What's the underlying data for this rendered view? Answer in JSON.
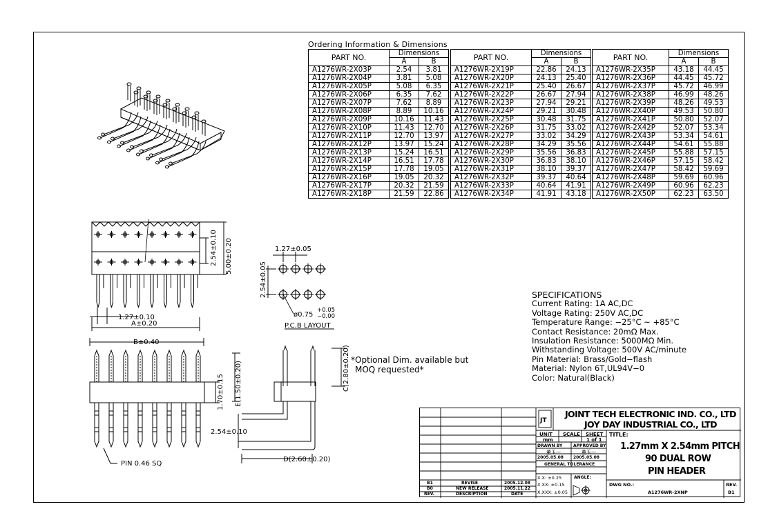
{
  "ordering": {
    "title": "Ordering Information & Dimensions",
    "head_part": "PART NO.",
    "head_dims": "Dimensions",
    "head_a": "A",
    "head_b": "B",
    "columns": [
      [
        [
          "A1276WR-2X03P",
          "2.54",
          "3.81"
        ],
        [
          "A1276WR-2X04P",
          "3.81",
          "5.08"
        ],
        [
          "A1276WR-2X05P",
          "5.08",
          "6.35"
        ],
        [
          "A1276WR-2X06P",
          "6.35",
          "7.62"
        ],
        [
          "A1276WR-2X07P",
          "7.62",
          "8.89"
        ],
        [
          "A1276WR-2X08P",
          "8.89",
          "10.16"
        ],
        [
          "A1276WR-2X09P",
          "10.16",
          "11.43"
        ],
        [
          "A1276WR-2X10P",
          "11.43",
          "12.70"
        ],
        [
          "A1276WR-2X11P",
          "12.70",
          "13.97"
        ],
        [
          "A1276WR-2X12P",
          "13.97",
          "15.24"
        ],
        [
          "A1276WR-2X13P",
          "15.24",
          "16.51"
        ],
        [
          "A1276WR-2X14P",
          "16.51",
          "17.78"
        ],
        [
          "A1276WR-2X15P",
          "17.78",
          "19.05"
        ],
        [
          "A1276WR-2X16P",
          "19.05",
          "20.32"
        ],
        [
          "A1276WR-2X17P",
          "20.32",
          "21.59"
        ],
        [
          "A1276WR-2X18P",
          "21.59",
          "22.86"
        ]
      ],
      [
        [
          "A1276WR-2X19P",
          "22.86",
          "24.13"
        ],
        [
          "A1276WR-2X20P",
          "24.13",
          "25.40"
        ],
        [
          "A1276WR-2X21P",
          "25.40",
          "26.67"
        ],
        [
          "A1276WR-2X22P",
          "26.67",
          "27.94"
        ],
        [
          "A1276WR-2X23P",
          "27.94",
          "29.21"
        ],
        [
          "A1276WR-2X24P",
          "29.21",
          "30.48"
        ],
        [
          "A1276WR-2X25P",
          "30.48",
          "31.75"
        ],
        [
          "A1276WR-2X26P",
          "31.75",
          "33.02"
        ],
        [
          "A1276WR-2X27P",
          "33.02",
          "34.29"
        ],
        [
          "A1276WR-2X28P",
          "34.29",
          "35.56"
        ],
        [
          "A1276WR-2X29P",
          "35.56",
          "36.83"
        ],
        [
          "A1276WR-2X30P",
          "36.83",
          "38.10"
        ],
        [
          "A1276WR-2X31P",
          "38.10",
          "39.37"
        ],
        [
          "A1276WR-2X32P",
          "39.37",
          "40.64"
        ],
        [
          "A1276WR-2X33P",
          "40.64",
          "41.91"
        ],
        [
          "A1276WR-2X34P",
          "41.91",
          "43.18"
        ]
      ],
      [
        [
          "A1276WR-2X35P",
          "43.18",
          "44.45"
        ],
        [
          "A1276WR-2X36P",
          "44.45",
          "45.72"
        ],
        [
          "A1276WR-2X37P",
          "45.72",
          "46.99"
        ],
        [
          "A1276WR-2X38P",
          "46.99",
          "48.26"
        ],
        [
          "A1276WR-2X39P",
          "48.26",
          "49.53"
        ],
        [
          "A1276WR-2X40P",
          "49.53",
          "50.80"
        ],
        [
          "A1276WR-2X41P",
          "50.80",
          "52.07"
        ],
        [
          "A1276WR-2X42P",
          "52.07",
          "53.34"
        ],
        [
          "A1276WR-2X43P",
          "53.34",
          "54.61"
        ],
        [
          "A1276WR-2X44P",
          "54.61",
          "55.88"
        ],
        [
          "A1276WR-2X45P",
          "55.88",
          "57.15"
        ],
        [
          "A1276WR-2X46P",
          "57.15",
          "58.42"
        ],
        [
          "A1276WR-2X47P",
          "58.42",
          "59.69"
        ],
        [
          "A1276WR-2X48P",
          "59.69",
          "60.96"
        ],
        [
          "A1276WR-2X49P",
          "60.96",
          "62.23"
        ],
        [
          "A1276WR-2X50P",
          "62.23",
          "63.50"
        ]
      ]
    ]
  },
  "specs": {
    "heading": "SPECIFICATIONS",
    "lines": [
      "Current Rating: 1A AC,DC",
      "Voltage Rating: 250V AC,DC",
      "Temperature Range: −25°C ~ +85°C",
      "Contact Resistance: 20mΩ Max.",
      "Insulation Resistance: 5000MΩ Min.",
      "Withstanding Voltage: 500V AC/minute",
      "Pin Material: Brass/Gold−flash",
      "Material: Nylon 6T,UL94V−0",
      "Color: Natural(Black)"
    ]
  },
  "optional_note": [
    "*Optional Dim. available but",
    "MOQ requested*"
  ],
  "drawing": {
    "dim_254": "2.54±0.10",
    "dim_500": "5.00±0.20",
    "dim_127": "1.27±0.10",
    "dim_a": "A±0.20",
    "dim_b": "B±0.40",
    "dim_170": "1.70±0.15",
    "pin_sq": "PIN 0.46 SQ",
    "dim_e": "E(1.50±0.20)",
    "dim_c": "C(2.80±0.20)",
    "dim_254b": "2.54±0.10",
    "dim_d": "D(2.60±0.20)",
    "pcb_127": "1.27±0.05",
    "pcb_254": "2.54±0.05",
    "pcb_hole": "ø0.75",
    "pcb_tol_plus": "+0.05",
    "pcb_tol_minus": "−0.00",
    "pcb_title": "P.C.B LAYOUT"
  },
  "title_block": {
    "company1": "JOINT TECH ELECTRONIC IND. CO., LTD",
    "company2": "JOY DAY INDUSTRIAL CO., LTD",
    "unit_label": "UNIT",
    "scale_label": "SCALE",
    "sheet_label": "SHEET",
    "unit": "mm",
    "sheet": "1 of 1",
    "title_label": "TITLE:",
    "title_lines": [
      "1.27mm X 2.54mm PITCH",
      "90 DUAL ROW",
      "PIN HEADER"
    ],
    "drawn_by_label": "DRAWN BY",
    "approved_by_label": "APPROVED BY",
    "drawn_by": "董玉一",
    "approved_by": "董玉一",
    "drawn_date": "2005.05.08",
    "approved_date": "2005.05.08",
    "gen_tol": "GENERAL TOLERANCE",
    "angle_label": "ANGLE:",
    "tol1": "X.X: ±0.25",
    "tol2": "X.XX: ±0.15",
    "tol3": "X.XXX: ±0.05",
    "dwg_no_label": "DWG NO.:",
    "dwg_no": "A1276WR-2XNP",
    "rev_label": "REV.",
    "rev": "B1",
    "rev_rows": [
      [
        "B1",
        "REVISE",
        "2005.12.08"
      ],
      [
        "B0",
        "NEW RELEASE",
        "2005.11.22"
      ],
      [
        "REV.",
        "DESCRIPTION",
        "DATE"
      ]
    ]
  }
}
